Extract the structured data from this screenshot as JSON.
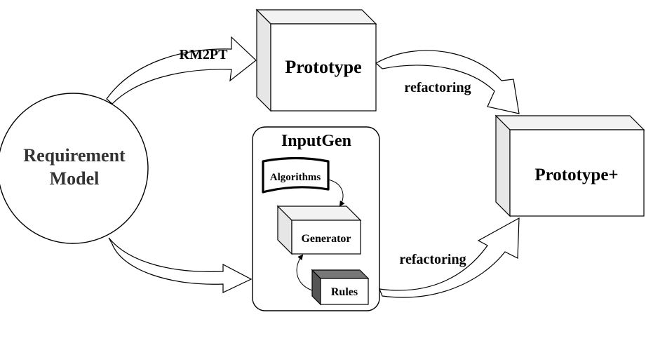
{
  "nodes": {
    "requirement_model": {
      "line1": "Requirement",
      "line2": "Model"
    },
    "prototype": "Prototype",
    "prototype_plus": "Prototype+",
    "inputgen": {
      "title": "InputGen",
      "algorithms": "Algorithms",
      "generator": "Generator",
      "rules": "Rules"
    }
  },
  "edges": {
    "rm2pt": "RM2PT",
    "refactoring_top": "refactoring",
    "refactoring_bottom": "refactoring"
  },
  "colors": {
    "stroke": "#000000",
    "box_face": "#ffffff",
    "box_side": "#e6e6e6",
    "box_top": "#f2f2f2",
    "rules_side": "#555555",
    "rules_top": "#777777",
    "circle_text": "#333333"
  }
}
